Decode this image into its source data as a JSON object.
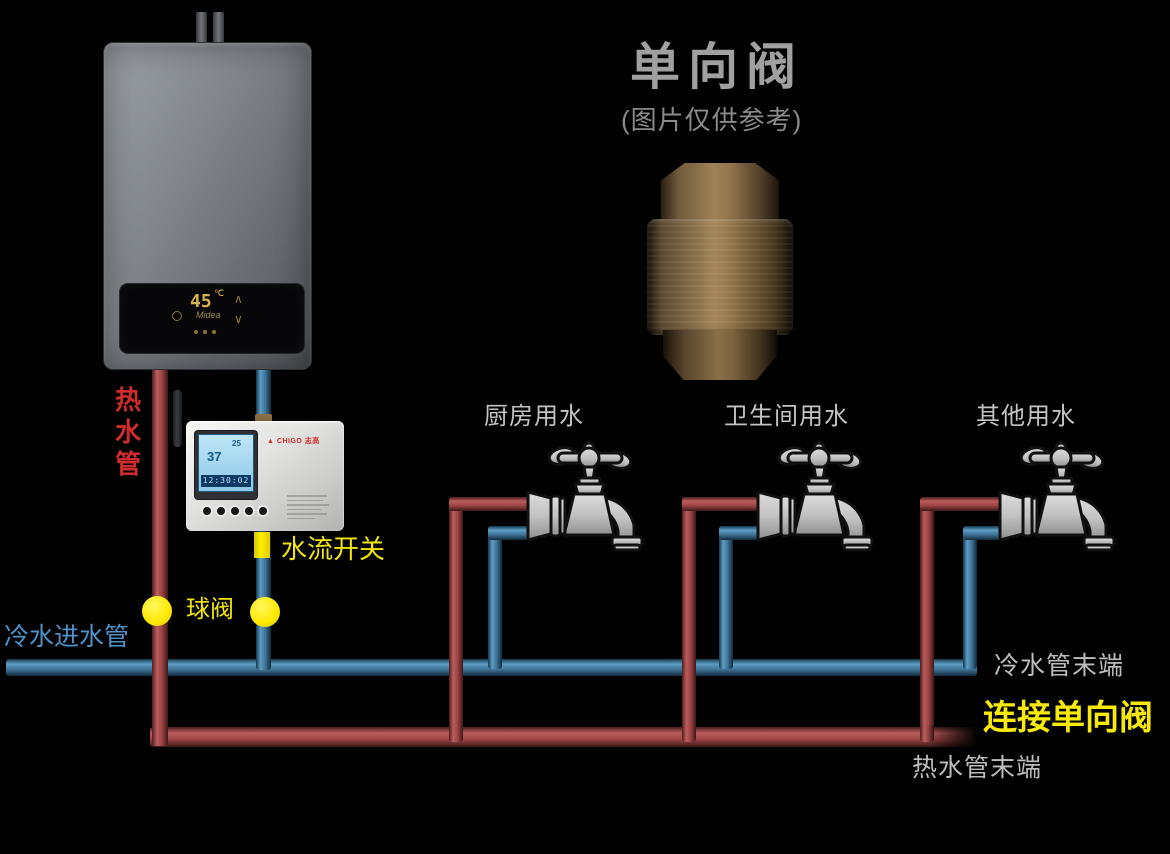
{
  "title": {
    "heading": "单向阀",
    "subheading": "(图片仅供参考)"
  },
  "heater": {
    "temp": "45",
    "temp_unit": "℃",
    "brand_script": "Midea",
    "chevron_up": "∧",
    "chevron_down": "∨"
  },
  "controller": {
    "brand_mark": "▲",
    "brand": "CHIGO 志高",
    "lcd_small": "25",
    "lcd_big": "37",
    "lcd_time": "12:30:02"
  },
  "pipe_labels": {
    "hot_vertical": "热水管",
    "cold_inlet": "冷水进水管",
    "flow_switch": "水流开关",
    "ball_valve": "球阀",
    "cold_end": "冷水管末端",
    "connect_check_valve": "连接单向阀",
    "hot_end": "热水管末端"
  },
  "faucets": [
    {
      "label": "厨房用水"
    },
    {
      "label": "卫生间用水"
    },
    {
      "label": "其他用水"
    }
  ],
  "colors": {
    "hot_pipe": "#9c4444",
    "cold_pipe": "#3e7396",
    "accent_yellow": "#f2e50c",
    "hot_label_red": "#d02c2c",
    "cold_label_blue": "#4e92c8",
    "gray_label": "#c4c4c4",
    "brass": "#a08257"
  }
}
